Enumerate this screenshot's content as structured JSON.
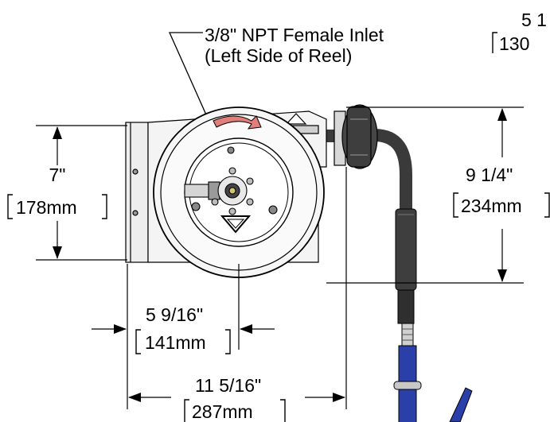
{
  "callout": {
    "line1": "3/8\" NPT Female Inlet",
    "line2": "(Left Side of Reel)"
  },
  "top_right": {
    "inches": "5 1",
    "mm": "130"
  },
  "height_dim": {
    "inches": "7\"",
    "mm": "178mm"
  },
  "overall_height_dim": {
    "inches": "9 1/4\"",
    "mm": "234mm"
  },
  "hub_offset_dim": {
    "inches": "5 9/16\"",
    "mm": "141mm"
  },
  "overall_width_dim": {
    "inches": "11 5/16\"",
    "mm": "287mm"
  },
  "colors": {
    "line": "#000000",
    "housing": "#f4f4f4",
    "arrow_red": "#e27f7a",
    "hose": "#3a3a3a",
    "nozzle_blue": "#2b3fa8"
  }
}
